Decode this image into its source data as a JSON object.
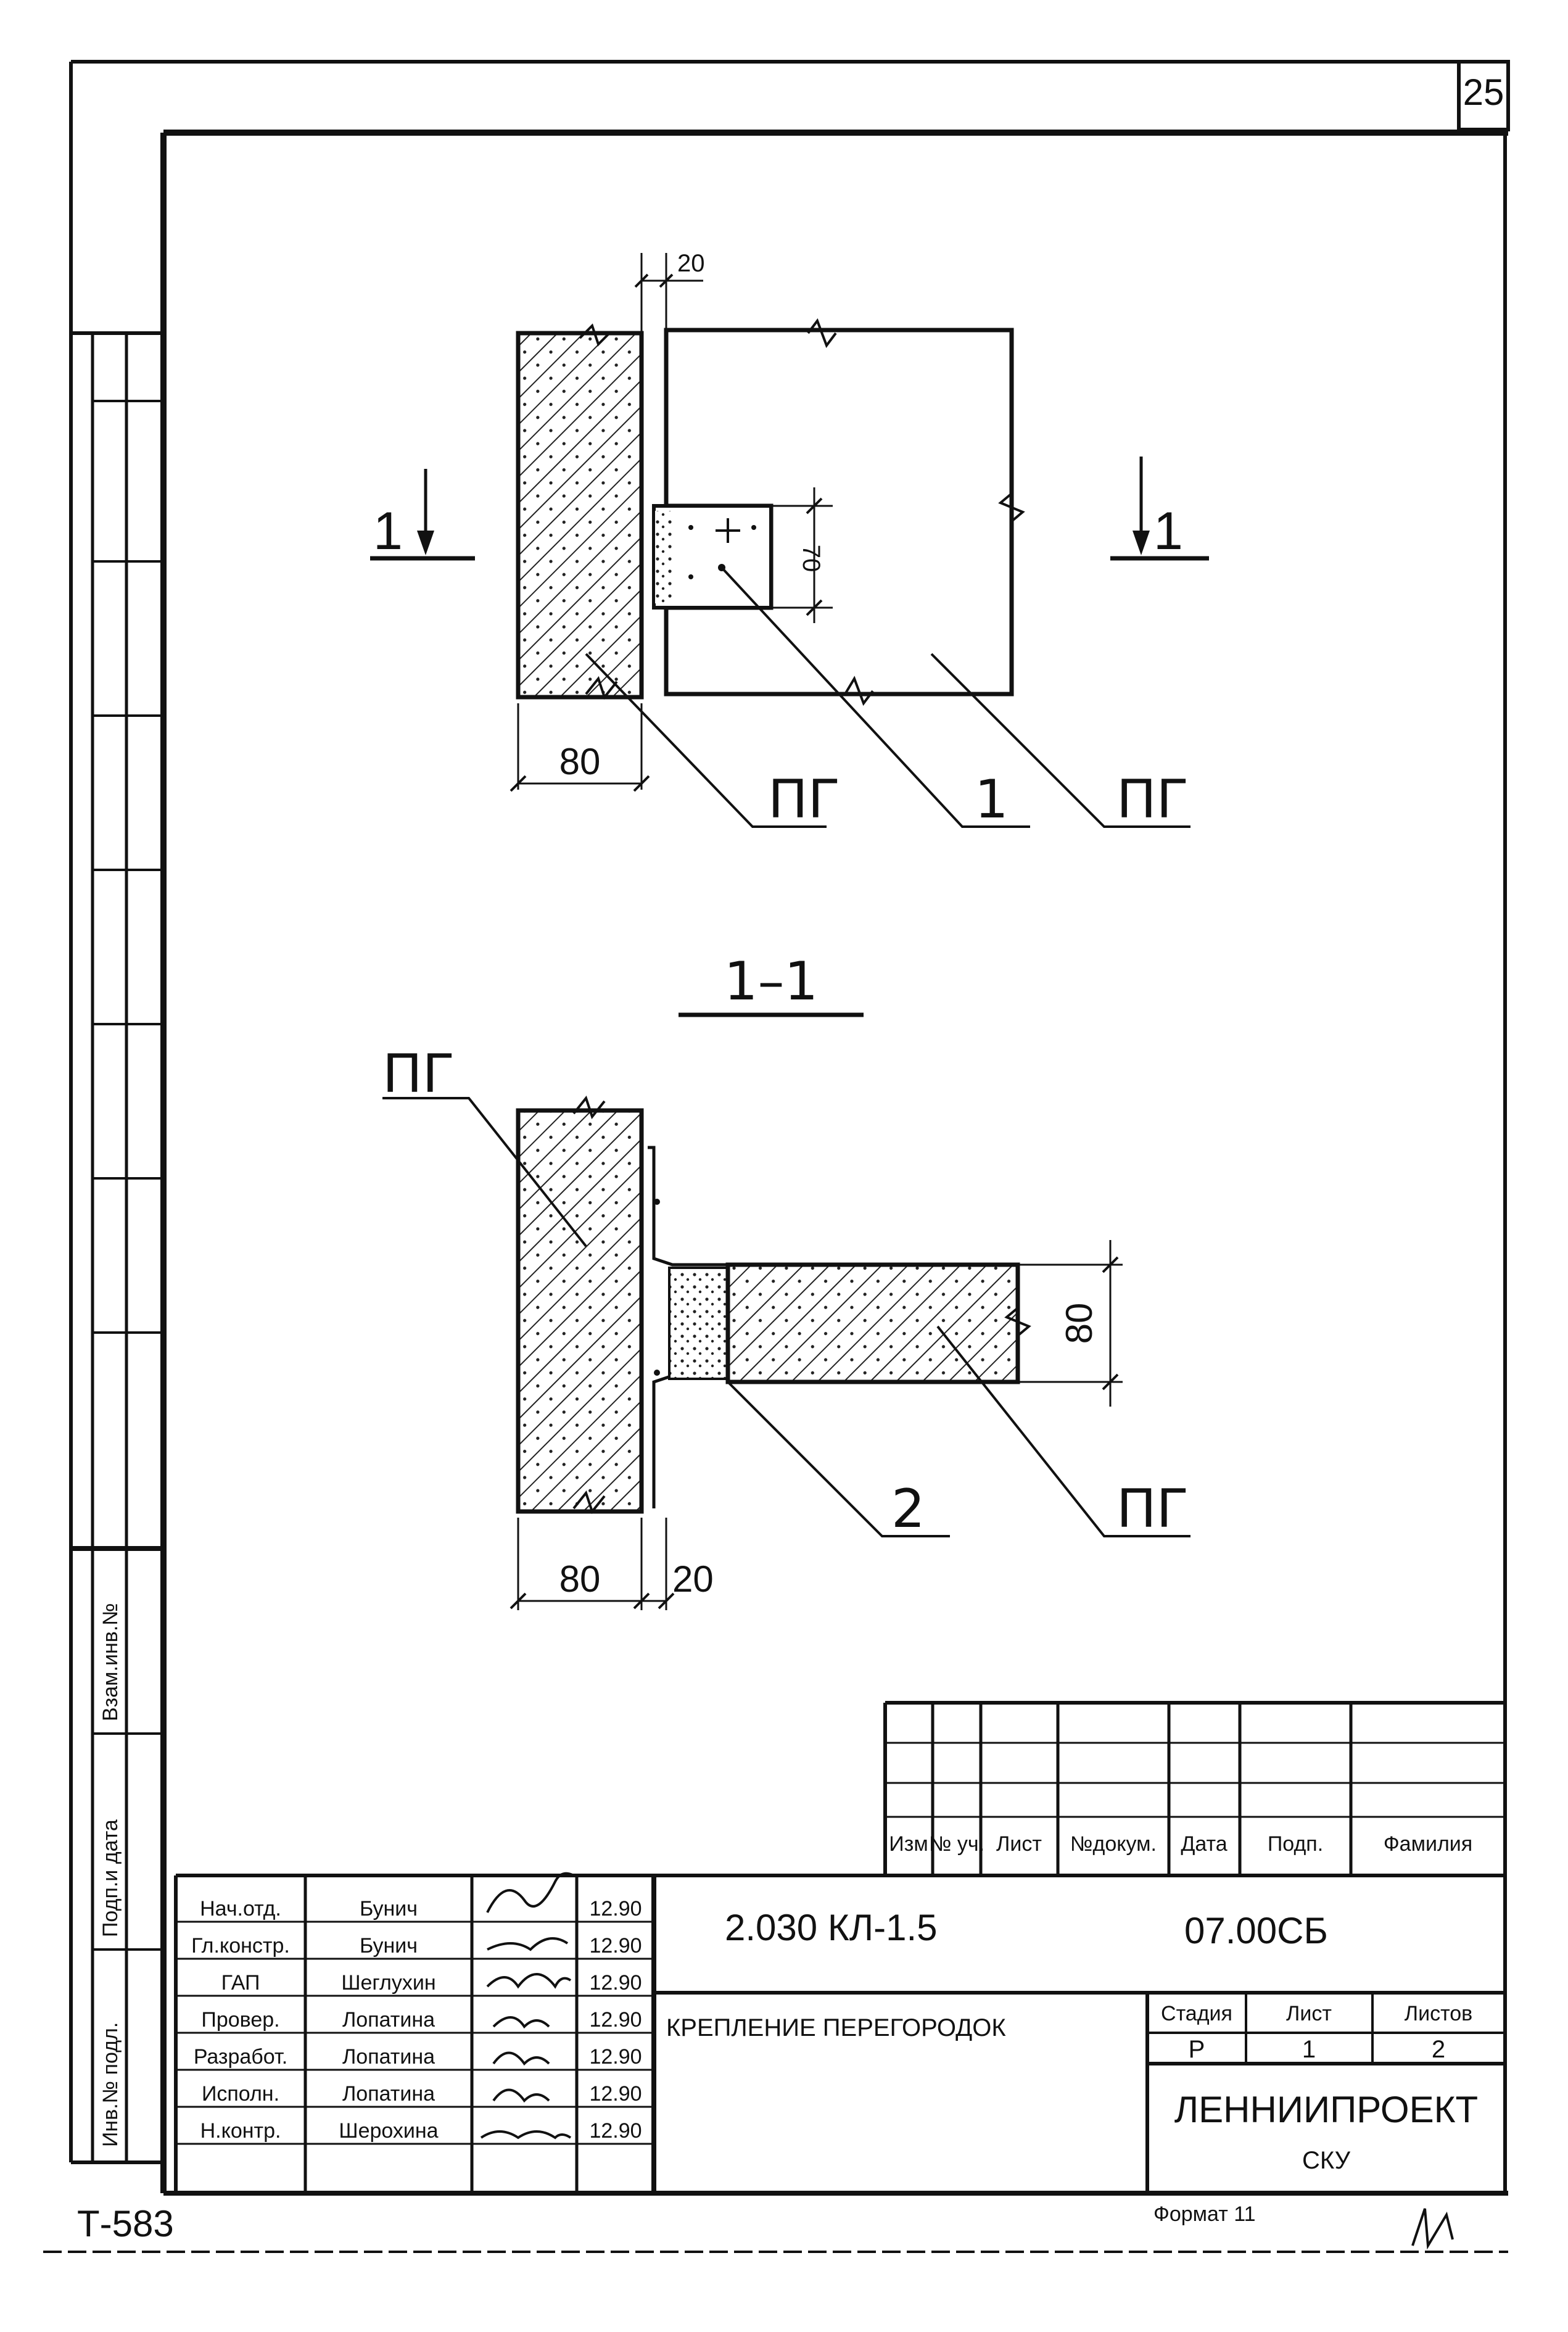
{
  "sheet_number": "25",
  "plan_view": {
    "dim_top": "20",
    "dim_width": "80",
    "dim_bracket": "70",
    "section_mark_left": "1",
    "section_mark_right": "1",
    "callouts": [
      "ПГ",
      "1",
      "ПГ"
    ]
  },
  "section_view": {
    "title": "1–1",
    "dim_width": "80",
    "dim_gap": "20",
    "dim_height": "80",
    "callouts": [
      "ПГ",
      "2",
      "ПГ"
    ]
  },
  "left_margin": {
    "vzam_inv": "Взам.инв.№",
    "podp_data": "Подп.и дата",
    "inv_podl": "Инв.№ подл."
  },
  "revision_table": {
    "headers": [
      "Изм",
      "№ уч.",
      "Лист",
      "№докум.",
      "Дата",
      "Подп.",
      "Фамилия"
    ]
  },
  "title_block": {
    "signers": [
      {
        "role": "Нач.отд.",
        "name": "Бунич",
        "date": "12.90"
      },
      {
        "role": "Гл.констр.",
        "name": "Бунич",
        "date": "12.90"
      },
      {
        "role": "ГАП",
        "name": "Шеглухин",
        "date": "12.90"
      },
      {
        "role": "Провер.",
        "name": "Лопатина",
        "date": "12.90"
      },
      {
        "role": "Разработ.",
        "name": "Лопатина",
        "date": "12.90"
      },
      {
        "role": "Исполн.",
        "name": "Лопатина",
        "date": "12.90"
      },
      {
        "role": "Н.контр.",
        "name": "Шерохина",
        "date": "12.90"
      }
    ],
    "code": "2.030  КЛ-1.5",
    "code_suffix": "07.00СБ",
    "title": "КРЕПЛЕНИЕ ПЕРЕГОРОДОК",
    "stage_label": "Стадия",
    "sheet_label": "Лист",
    "sheets_label": "Листов",
    "stage_value": "Р",
    "sheet_value": "1",
    "sheets_value": "2",
    "org": "ЛЕННИИПРОЕКТ",
    "org_sub": "СКУ"
  },
  "format": "Формат 11",
  "archive_code": "Т-583"
}
